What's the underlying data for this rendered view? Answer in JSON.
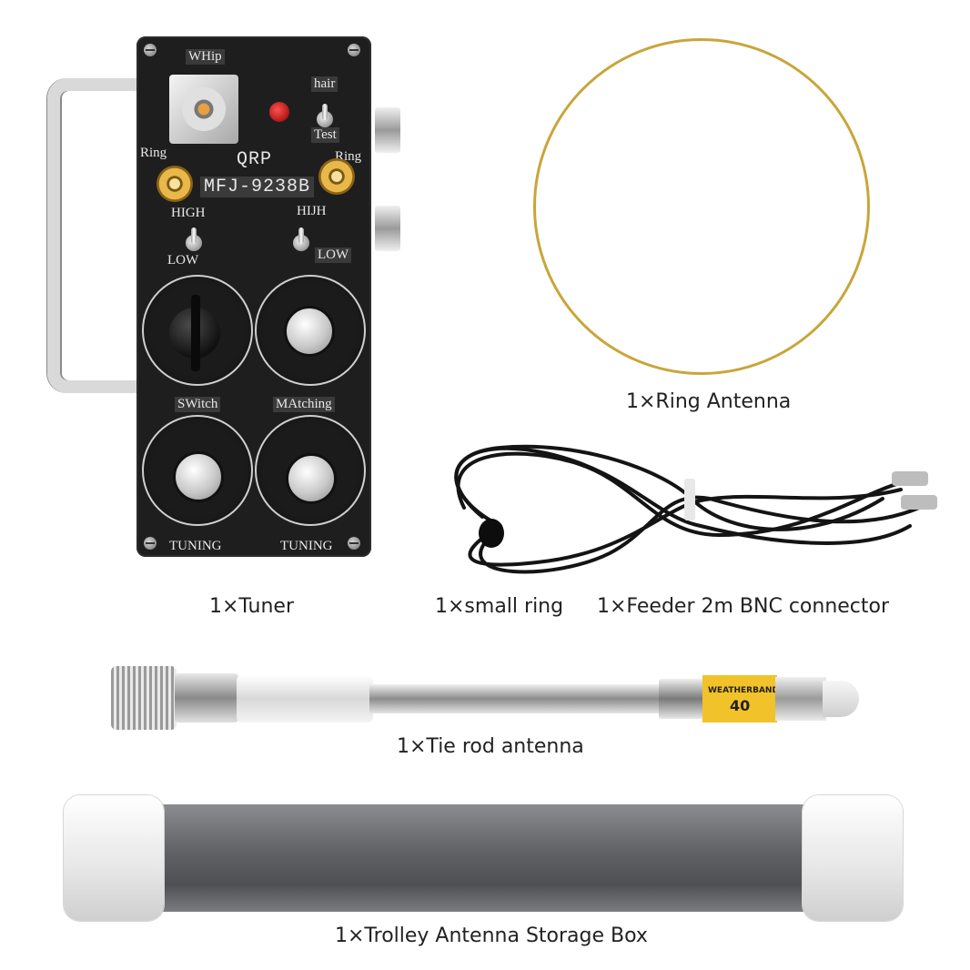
{
  "captions": {
    "ring_antenna": "1×Ring Antenna",
    "tuner": "1×Tuner",
    "small_ring": "1×small ring",
    "feeder": "1×Feeder 2m BNC connector",
    "tie_rod": "1×Tie rod antenna",
    "storage_box": "1×Trolley Antenna Storage Box"
  },
  "tuner_panel": {
    "whip": "WHip",
    "hair": "hair",
    "test": "Test",
    "ring_left": "Ring",
    "ring_right": "Ring",
    "qrp": "QRP",
    "model": "MFJ-9238B",
    "high_left": "HIGH",
    "high_right": "HIJH",
    "low_left": "LOW",
    "low_right": "LOW",
    "switch": "SWitch",
    "matching": "MAtching",
    "tuning_left": "TUNING",
    "tuning_right": "TUNING"
  },
  "antenna_label": {
    "brand": "WEATHERBAND",
    "number": "40"
  },
  "colors": {
    "panel": "#1e1e1e",
    "brass": "#e0b048",
    "ring_gold": "#c9a53a",
    "rod_label_yellow": "#f2c22b",
    "tube_gray": "#6b6d70"
  }
}
